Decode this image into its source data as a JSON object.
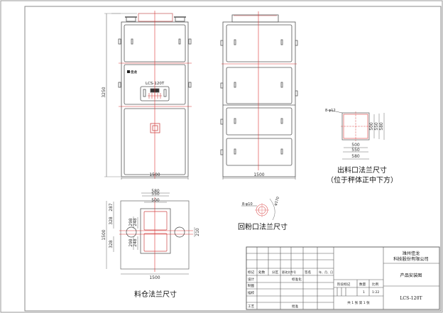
{
  "drawing": {
    "title_block": {
      "company_line1": "潍州佳龙",
      "company_line2": "科技股份有限公司",
      "drawing_title": "产品安装图",
      "drawing_number": "LCS-120T",
      "stage_mark_label": "阶段标记",
      "quantity_label": "数量",
      "scale_label": "比例",
      "quantity_value": "1",
      "scale_value": "1:22",
      "sheets": "共 1 张   第 1 张",
      "revision_headers": [
        "标记",
        "处数",
        "分区",
        "更改文件号",
        "签名",
        "年、月、日"
      ],
      "row_labels": [
        "设计",
        "制图",
        "描校",
        "工艺"
      ],
      "standardization_label": "标准化",
      "approval_label": "批准"
    },
    "front_view": {
      "height_dim": "3250",
      "width_dim": "1500",
      "model_label": "LCS-120T",
      "logo_text": "佳龙"
    },
    "side_view": {
      "width_dim": "1500"
    },
    "outlet_flange": {
      "hole_spec": "8-φ12",
      "dims_h": [
        "500",
        "550",
        "580"
      ],
      "dims_v": [
        "500",
        "550",
        "580"
      ],
      "caption": "出料口法兰尺寸",
      "subcaption": "（位于秤体正中下方）"
    },
    "return_flange": {
      "hole_spec": "8-φ10",
      "pcd": "φ170",
      "caption": "回粉口法兰尺寸"
    },
    "hopper_flange": {
      "top_dims": [
        "580",
        "550",
        "500"
      ],
      "left_dims": [
        "287",
        "328",
        "328"
      ],
      "inner_dims": [
        "298",
        "248",
        "298",
        "248"
      ],
      "right_dim": "210",
      "height_dim": "1500",
      "width_dim": "1500",
      "caption": "料仓法兰尺寸"
    }
  }
}
